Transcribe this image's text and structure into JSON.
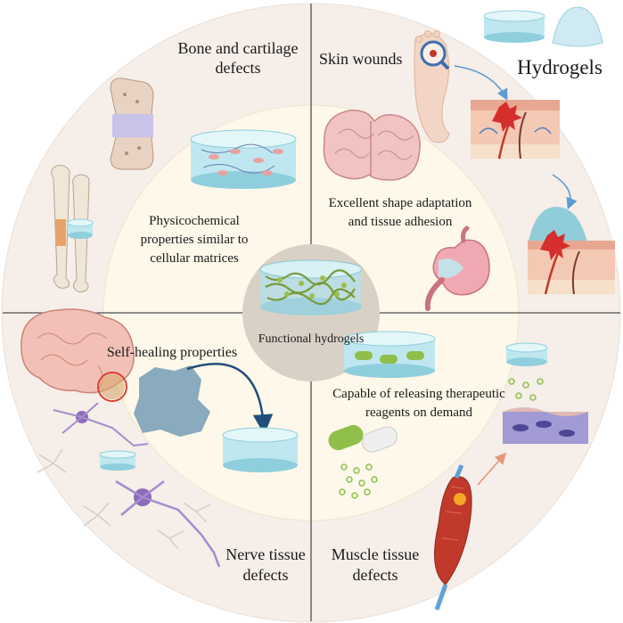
{
  "header": {
    "title": "Hydrogels"
  },
  "center": {
    "label": "Functional hydrogels"
  },
  "outer": {
    "bone": [
      "Bone and cartilage",
      "defects"
    ],
    "skin": "Skin wounds",
    "nerve": [
      "Nerve tissue",
      "defects"
    ],
    "muscle": [
      "Muscle tissue",
      "defects"
    ]
  },
  "inner": {
    "physico": [
      "Physicochemical",
      "properties similar to",
      "cellular matrices"
    ],
    "shape": [
      "Excellent shape adaptation",
      "and tissue adhesion"
    ],
    "selfheal": "Self-healing properties",
    "release": [
      "Capable of releasing therapeutic",
      "reagents on demand"
    ]
  },
  "colors": {
    "outer_ring": "#f6eee8",
    "inner_ring": "#fdf8e9",
    "center": "#d9d1c6",
    "divider": "#4d4d4d",
    "hydrogel": "#bfe7ef",
    "hydrogel_edge": "#6fb9cc",
    "arrow_blue": "#5b9bd5",
    "arrow_dark": "#1f4e79"
  }
}
